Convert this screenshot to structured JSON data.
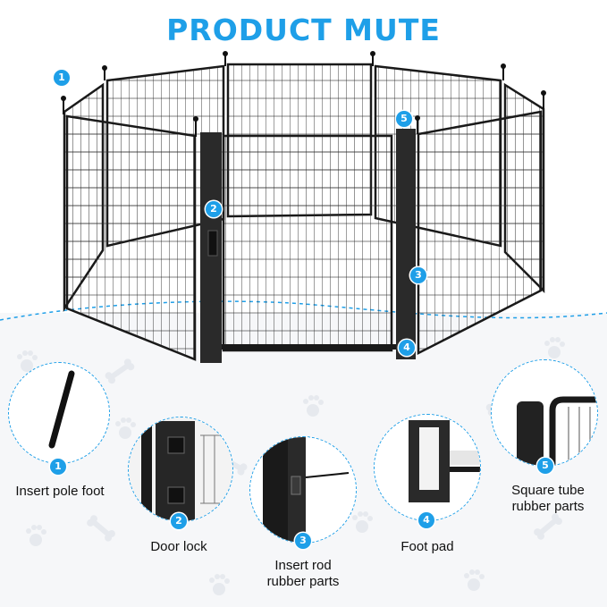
{
  "title": "PRODUCT MUTE",
  "colors": {
    "accent": "#1e9fe8",
    "metal": "#1a1a1a",
    "background": "#ffffff"
  },
  "callouts": [
    {
      "num": "1",
      "label": "Insert pole foot"
    },
    {
      "num": "2",
      "label": "Door lock"
    },
    {
      "num": "3",
      "label_line1": "Insert rod",
      "label_line2": "rubber parts"
    },
    {
      "num": "4",
      "label": "Foot pad"
    },
    {
      "num": "5",
      "label_line1": "Square tube",
      "label_line2": "rubber parts"
    }
  ],
  "icons": [
    "paw-print-icon",
    "bone-icon"
  ]
}
